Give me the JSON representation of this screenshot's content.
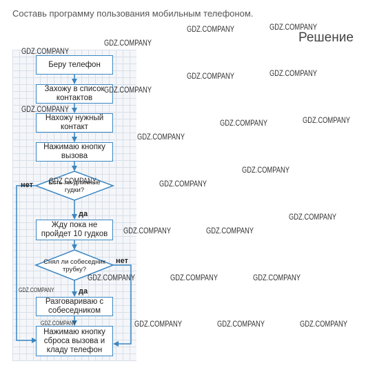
{
  "task_text": "Составь программу пользования мобильным телефоном.",
  "solution_heading": "Решение",
  "watermark": "GDZ.COMPANY",
  "flowchart": {
    "steps": [
      "Беру телефон",
      "Захожу в список\nконтактов",
      "Нахожу нужный\nконтакт",
      "Нажимаю кнопку\nвызова",
      "Жду пока не\nпройдет 10 гудков",
      "Разговариваю с\nсобеседником",
      "Нажимаю кнопку\nсброса вызова и\nкладу телефон"
    ],
    "decisions": [
      "Есть ли длинные\nгудки?",
      "Снял ли собеседник\nтрубку?"
    ],
    "yes_label": "да",
    "no_label": "нет"
  },
  "colors": {
    "line": "#3a86c2",
    "box_border": "#3a86c2",
    "grid": "#d9dfe8",
    "diagram_bg": "#f4f6f9"
  }
}
